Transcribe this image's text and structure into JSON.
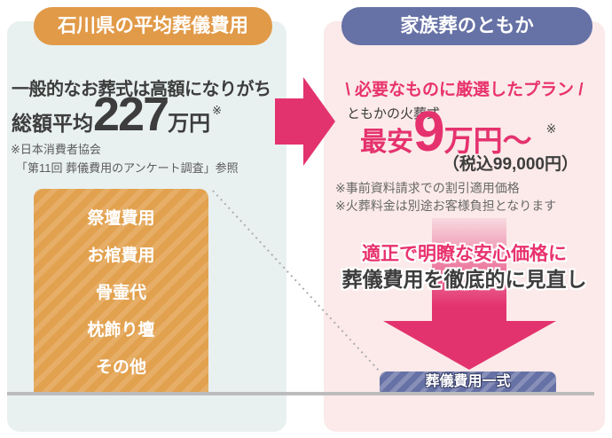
{
  "left_panel": {
    "badge": "石川県の平均葬儀費用",
    "headline": "一般的なお葬式は高額になりがち",
    "price_prefix": "総額平均",
    "price_value": "227",
    "price_unit": "万円",
    "price_note_mark": "※",
    "source_line1": "※日本消費者協会",
    "source_line2": "「第11回 葬儀費用のアンケート調査」参照",
    "cost_items": [
      "祭壇費用",
      "お棺費用",
      "骨壷代",
      "枕飾り壇",
      "その他"
    ]
  },
  "right_panel": {
    "badge": "家族葬のともか",
    "catch": "\\ 必要なものに厳選したプラン /",
    "plan_label": "ともかの火葬式",
    "price_prefix": "最安",
    "price_value": "9",
    "price_unit": "万円～",
    "price_note_mark": "※",
    "tax_price": "（税込99,000円）",
    "note_line1": "※事前資料請求での割引適用価格",
    "note_line2": "※火葬料金は別途お客様負担となります",
    "emphasis_line1": "適正で明瞭な安心価格に",
    "emphasis_line2": "葬儀費用を徹底的に見直し",
    "result_badge": "葬儀費用一式"
  },
  "colors": {
    "accent_pink": "#e5326f",
    "orange_badge": "#e19a48",
    "orange_box": "#e2a14e",
    "purple": "#6671a5",
    "left_panel_bg": "#e9f1f0",
    "right_panel_bg": "#fbeae9",
    "dark_text": "#3d3d3d",
    "note_gray": "#686868",
    "ground_line": "#bcbcbc"
  }
}
